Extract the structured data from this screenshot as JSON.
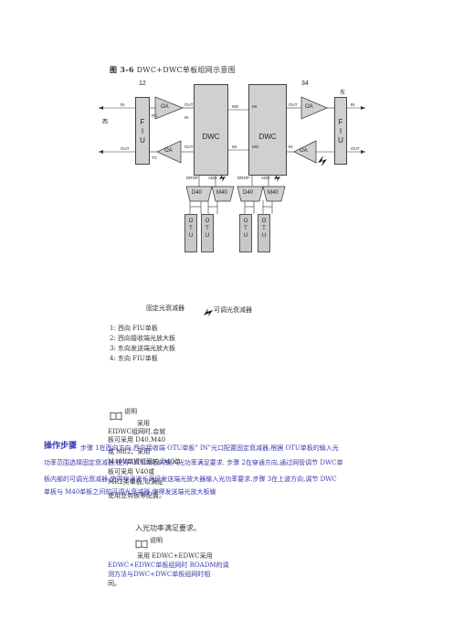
{
  "figure": {
    "title_prefix": "图 3-6",
    "title_text": "DWC+DWC单板组网示意图",
    "node_top_left": "12",
    "node_top_right": "34",
    "side_left": "西",
    "side_right": "东",
    "fiu": "F I U",
    "oa": "OA",
    "dwc": "DWC",
    "d40": "D40",
    "m40": "M40",
    "otu": "O T U",
    "port_in": "IN",
    "port_out": "OUT",
    "port_rc": "RC",
    "port_tc": "TC",
    "port_mo": "MO",
    "port_mi": "MI",
    "port_drop": "DROP",
    "port_add": "ADD"
  },
  "legend": {
    "fixed": "固定光衰减器",
    "variable": "可调光衰减器"
  },
  "list_items": [
    "1: 西向 FIU单板",
    "2: 西向接收端光放大板",
    "3: 东向发送端光放大板",
    "4: 东向 FIU单板"
  ],
  "note1": {
    "label": "说明",
    "lines": [
      "采用",
      "EIDWC组网时,会就",
      "板可采用 D40,M40",
      "或 M82、采用",
      "M40V单板组网的,D40单",
      "板可采用 V40或",
      "MR2类单板,以满足",
      "使用业务板等配置。"
    ]
  },
  "ops": {
    "title": "操作步骤",
    "line1": "步骤 1在西向方向,西向接收端 OTU单板\" IN\"光口配置固定衰减器,根据 OTU单板的输入光",
    "line2": "功率范围选择固定衰减器,使得 OTU单板的输入光功率满足要求. 步骤 2在穿通方向,通过网管调节 DWC单",
    "line3": "板内部的可调光衰减器,使得穿通波长满足发送端光放大器输入光功率要求.步骤 3在上波方向,调节 DWC",
    "line4": "单板与 M40单板之间的可调光衰减器,使得发送端光放大板输",
    "line5": "入光功率满足要求。"
  },
  "note2": {
    "label": "说明",
    "line1": "采用 EDWC+EDWC采用",
    "line2": "EDWC+EDWC单板组网时 ROADM的调",
    "line3": "测方法与DWC+DWC单板组网时相",
    "line4": "同。"
  }
}
